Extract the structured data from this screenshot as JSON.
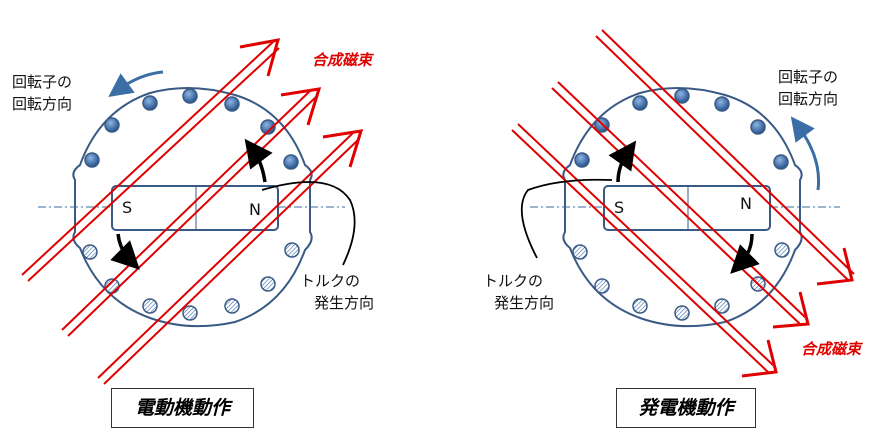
{
  "motor": {
    "rotation_label": [
      "回転子の",
      "回転方向"
    ],
    "flux_label": "合成磁束",
    "torque_label": [
      "トルクの",
      "発生方向"
    ],
    "pole_s": "S",
    "pole_n": "N",
    "caption": "電動機動作"
  },
  "generator": {
    "rotation_label": [
      "回転子の",
      "回転方向"
    ],
    "flux_label": "合成磁束",
    "torque_label": [
      "トルクの",
      "発生方向"
    ],
    "pole_s": "S",
    "pole_n": "N",
    "caption": "発電機動作"
  },
  "colors": {
    "flux": "#e00000",
    "stator": "#3a5a86",
    "conductor": "#3d6ca8",
    "arrow": "#3a6ea5"
  }
}
